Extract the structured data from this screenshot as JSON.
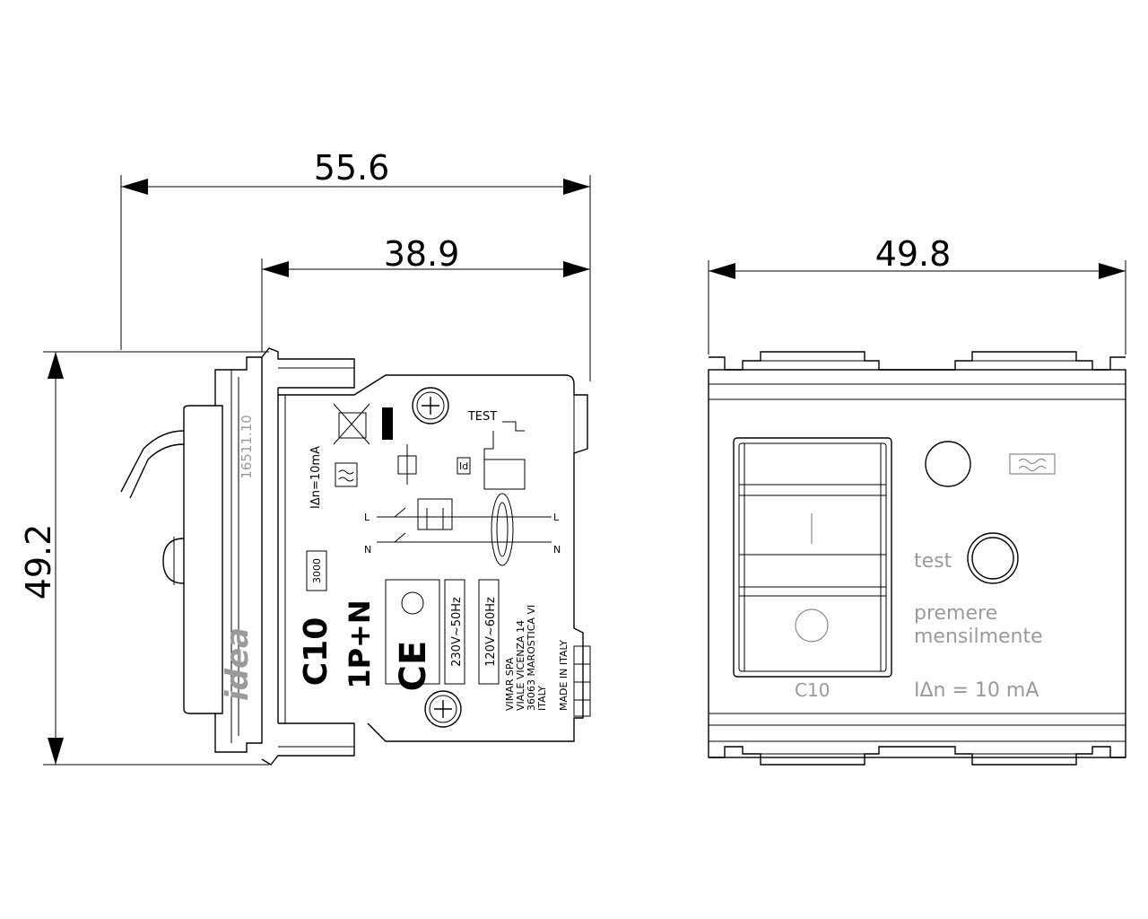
{
  "dimensions": {
    "overall_depth": "55.6",
    "body_depth": "38.9",
    "height": "49.2",
    "width": "49.8"
  },
  "side_view": {
    "code": "16511.10",
    "rating_label": "IΔn=10mA",
    "brand": "idea",
    "model": "C10",
    "poles": "1P+N",
    "count_box": "3000",
    "voltage_1": "230V~50Hz",
    "voltage_2": "120V~60Hz",
    "test_label": "TEST",
    "wire_L": "L",
    "wire_N": "N",
    "id_box": "Id",
    "ce_mark": "CE",
    "address_lines": [
      "VIMAR SPA",
      "VIALE VICENZA 14",
      "36063 MAROSTICA VI",
      "ITALY",
      "MADE IN ITALY"
    ]
  },
  "front_view": {
    "switch_on_mark": "I",
    "test_label": "test",
    "instruction_1": "premere",
    "instruction_2": "mensilmente",
    "model": "C10",
    "rating_label": "IΔn = 10 mA"
  }
}
